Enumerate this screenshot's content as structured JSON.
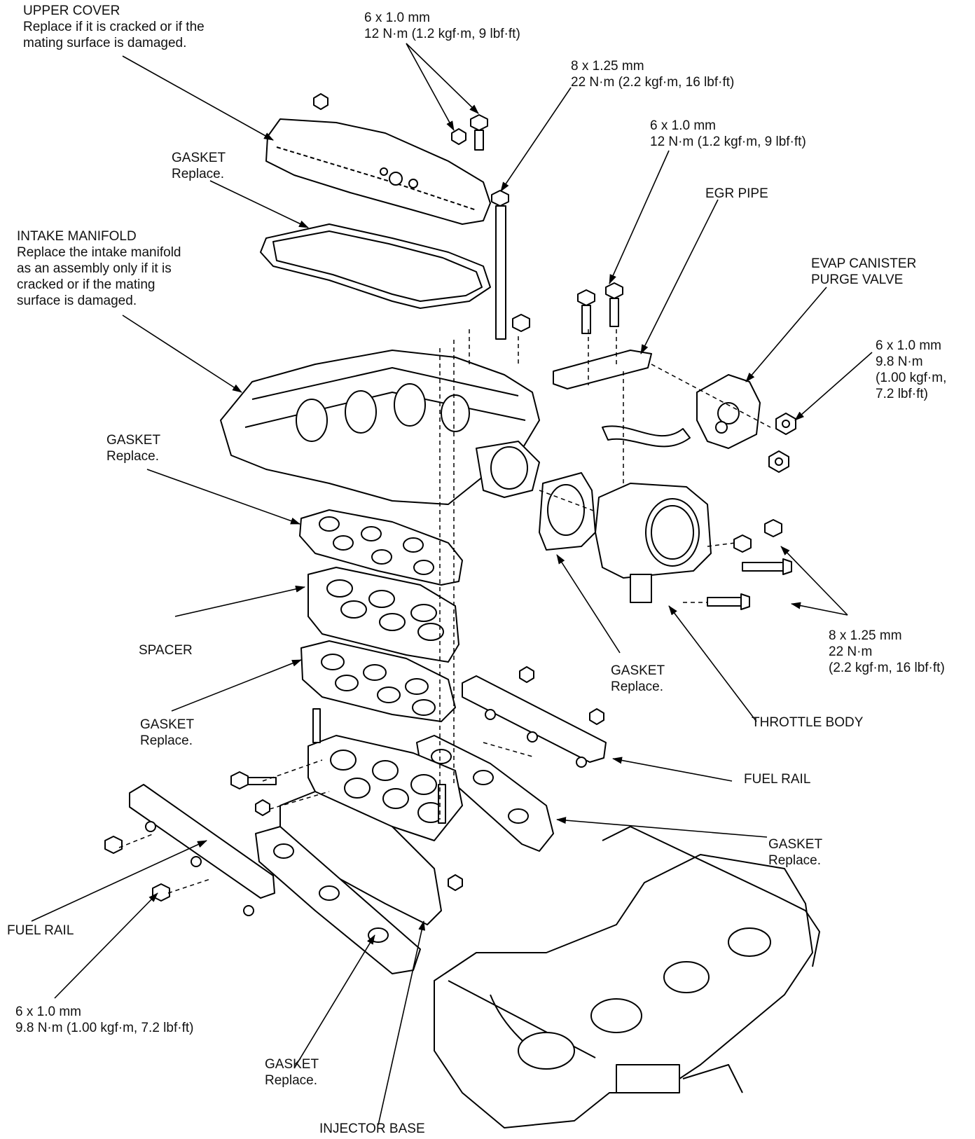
{
  "labels": {
    "upper_cover": {
      "title": "UPPER COVER",
      "lines": [
        "Replace if it is cracked or if the",
        "mating surface is damaged."
      ]
    },
    "bolt_top": [
      "6 x 1.0 mm",
      "12 N·m (1.2 kgf·m, 9 lbf·ft)"
    ],
    "bolt_825_top": [
      "8 x 1.25 mm",
      "22 N·m (2.2 kgf·m, 16 lbf·ft)"
    ],
    "bolt_egr": [
      "6 x 1.0 mm",
      "12 N·m (1.2 kgf·m, 9 lbf·ft)"
    ],
    "gasket_upper": {
      "title": "GASKET",
      "note": "Replace."
    },
    "egr_pipe": "EGR PIPE",
    "intake_manifold": {
      "title": "INTAKE MANIFOLD",
      "lines": [
        "Replace the intake manifold",
        "as an assembly only if it is",
        "cracked or if the mating",
        "surface is damaged."
      ]
    },
    "evap": [
      "EVAP CANISTER",
      "PURGE VALVE"
    ],
    "nut_evap": [
      "6 x 1.0 mm",
      "9.8 N·m",
      "(1.00 kgf·m,",
      "7.2 lbf·ft)"
    ],
    "gasket_left": {
      "title": "GASKET",
      "note": "Replace."
    },
    "spacer": "SPACER",
    "bolt_tb": [
      "8 x 1.25 mm",
      "22 N·m",
      "(2.2 kgf·m, 16 lbf·ft)"
    ],
    "gasket_tb": {
      "title": "GASKET",
      "note": "Replace."
    },
    "gasket_lower_left": {
      "title": "GASKET",
      "note": "Replace."
    },
    "throttle_body": "THROTTLE BODY",
    "fuel_rail_right": "FUEL RAIL",
    "gasket_right": {
      "title": "GASKET",
      "note": "Replace."
    },
    "fuel_rail_left": "FUEL RAIL",
    "bolt_rail": [
      "6 x 1.0 mm",
      "9.8 N·m (1.00 kgf·m, 7.2 lbf·ft)"
    ],
    "gasket_bottom": {
      "title": "GASKET",
      "note": "Replace."
    },
    "injector_base": "INJECTOR BASE"
  }
}
